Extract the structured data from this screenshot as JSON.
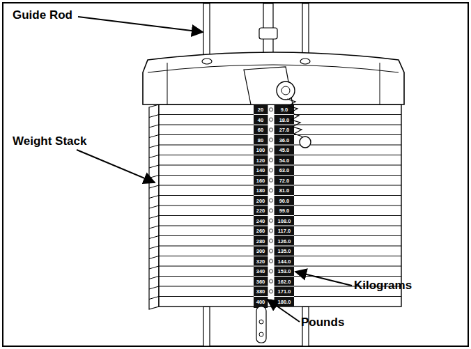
{
  "diagram": {
    "labels": [
      "Guide Rod",
      "Weight Stack",
      "Kilograms",
      "Pounds",
      "20",
      "9.0",
      "40",
      "18.0",
      "60",
      "27.0",
      "80",
      "36.0",
      "100",
      "45.0",
      "120",
      "54.0",
      "140",
      "63.0",
      "160",
      "72.0",
      "180",
      "81.0",
      "200",
      "90.0",
      "220",
      "99.0",
      "240",
      "108.0",
      "260",
      "117.0",
      "280",
      "126.0",
      "300",
      "135.0",
      "320",
      "144.0",
      "340",
      "153.0",
      "360",
      "162.0",
      "380",
      "171.0",
      "400",
      "180.0"
    ]
  }
}
